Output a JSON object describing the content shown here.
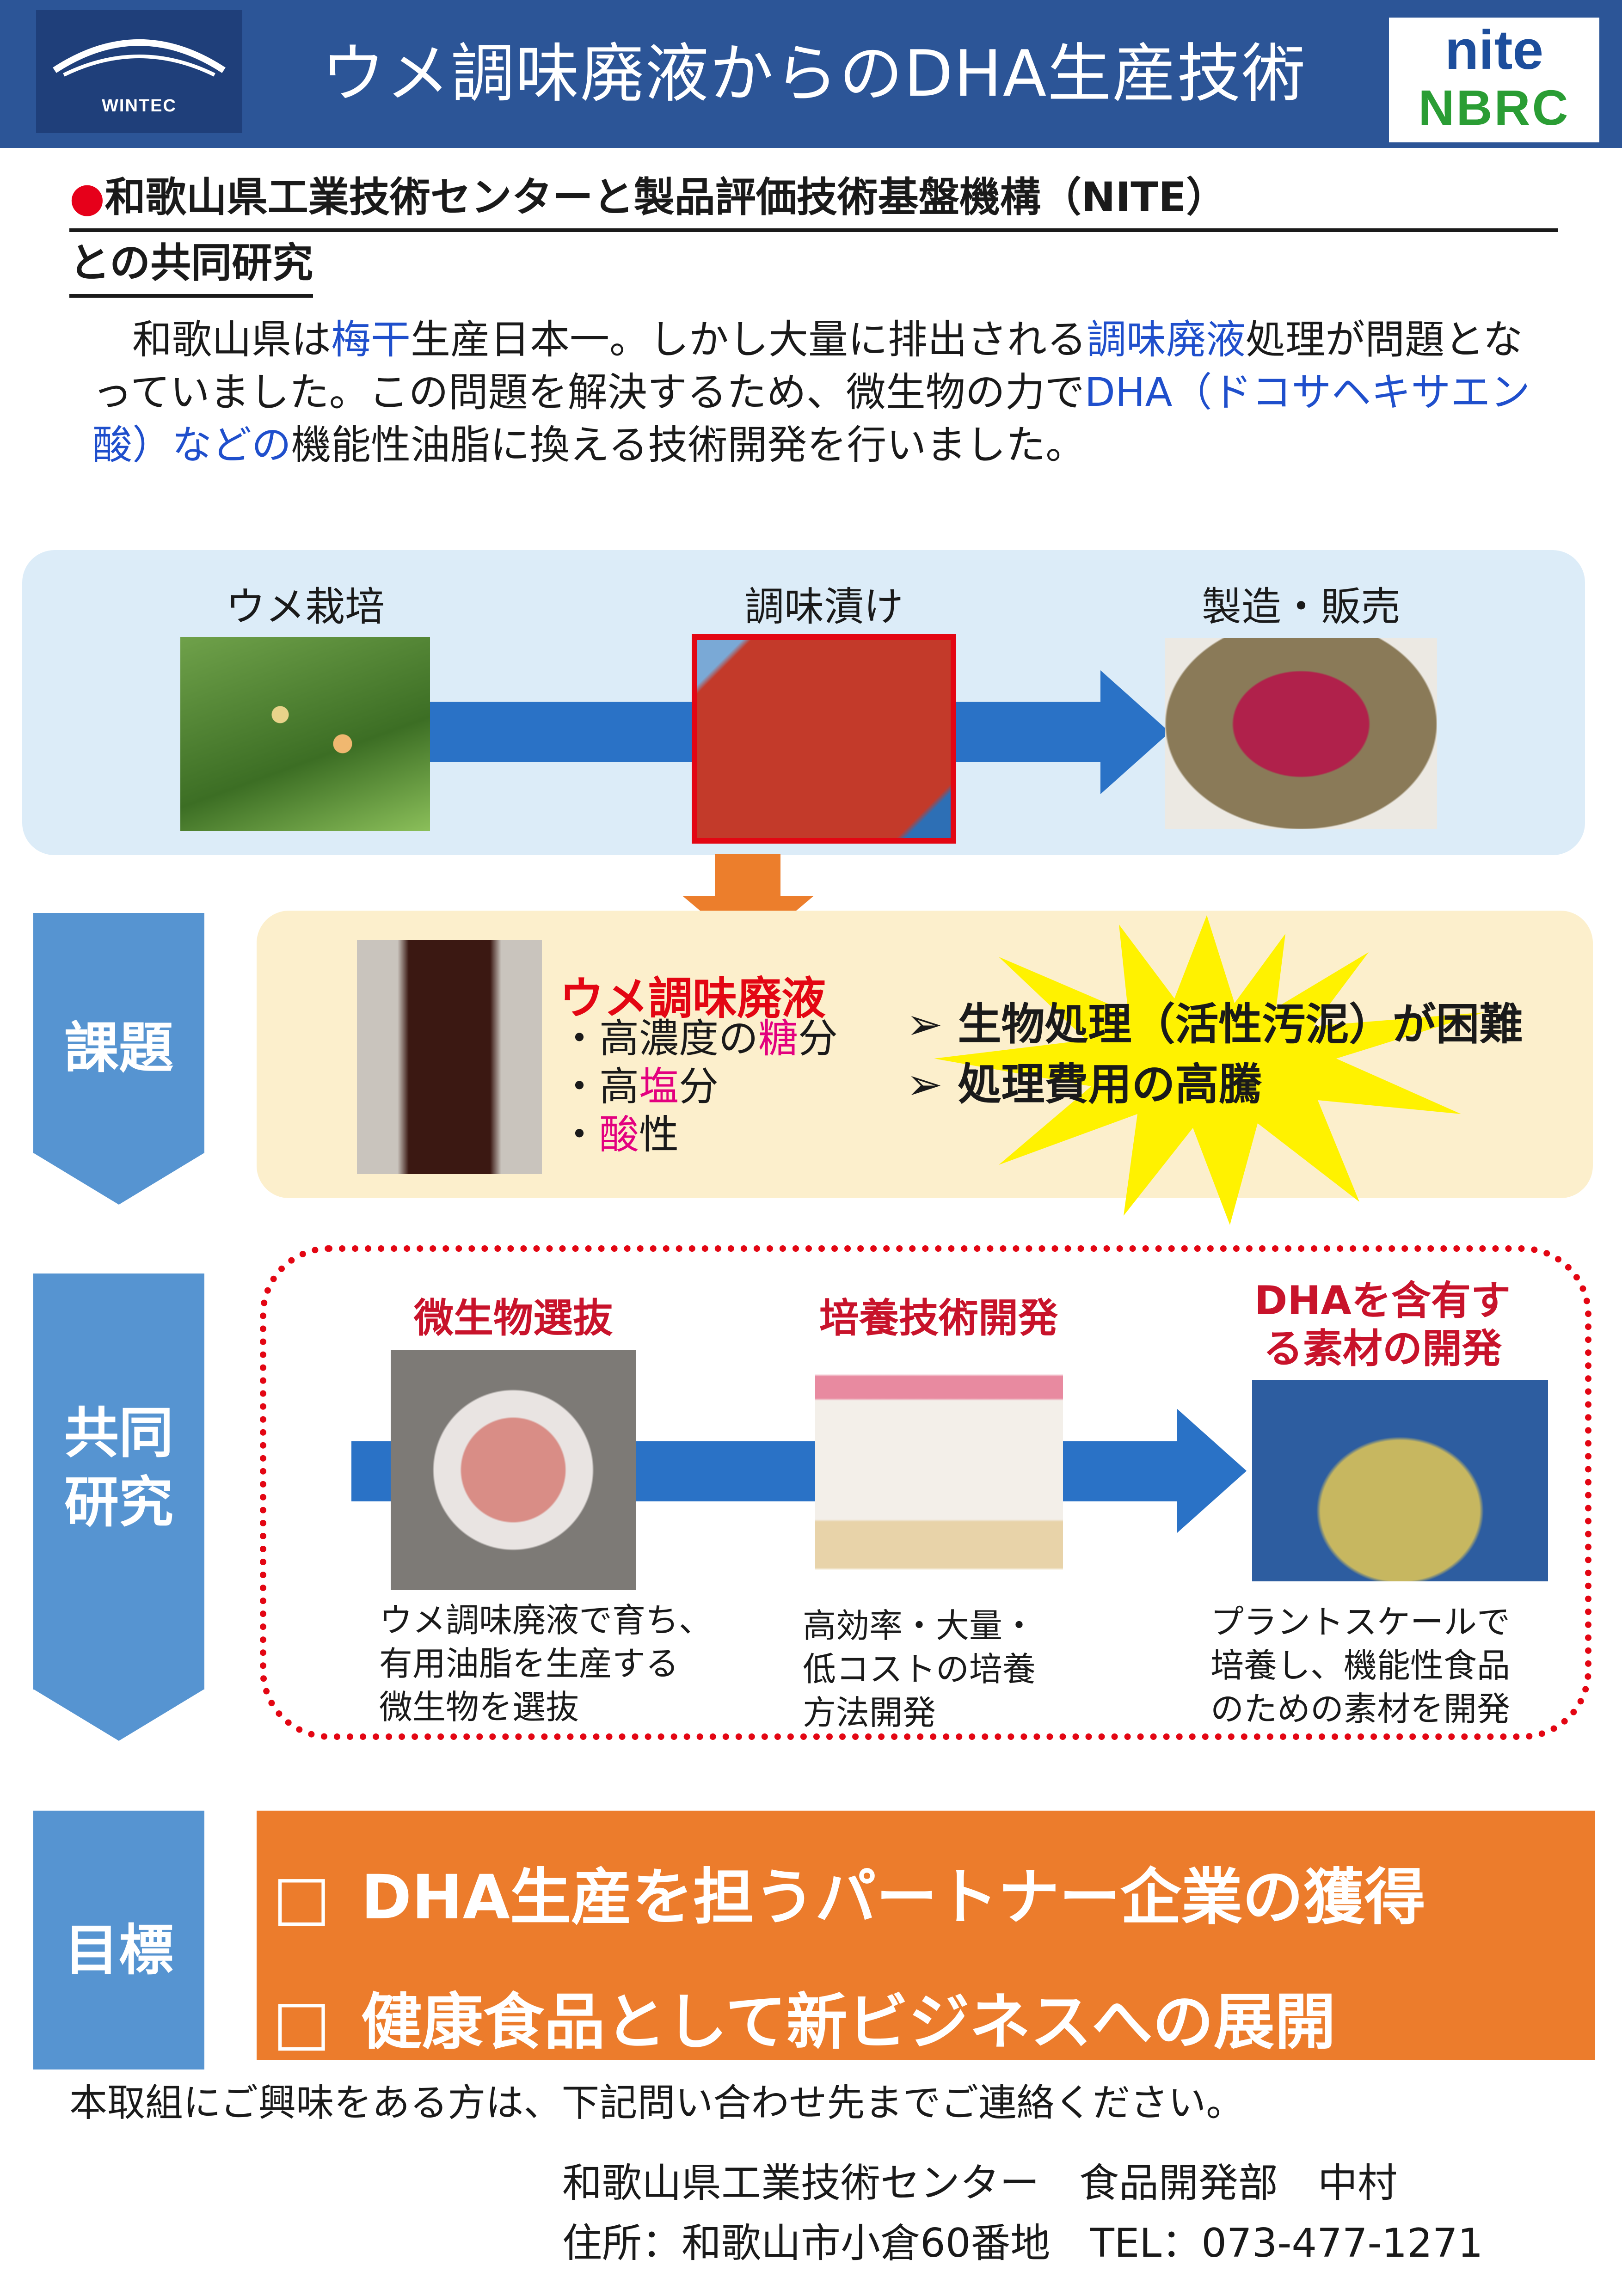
{
  "header": {
    "title": "ウメ調味廃液からのDHA生産技術",
    "left_logo_text": "WINTEC",
    "right_logo_top": "nite",
    "right_logo_bottom": "NBRC",
    "colors": {
      "bar": "#2c5597",
      "nite_blue": "#1d4e9c",
      "nbrc_green": "#2a9d34"
    }
  },
  "collab": {
    "bullet": "●",
    "line1": "和歌山県工業技術センターと製品評価技術基盤機構（NITE）",
    "line2": "との共同研究"
  },
  "intro": {
    "s1": "和歌山県は",
    "h1": "梅干",
    "s2": "生産日本一。しかし大量に排出される",
    "h2": "調味廃液",
    "s3": "処理が問題となっていました。この問題を解決するため、微生物の力で",
    "h3": "DHA（ドコサヘキサエン酸）などの",
    "s4": "機能性油脂に換える技術開発を行いました。"
  },
  "process": {
    "steps": [
      "ウメ栽培",
      "調味漬け",
      "製造・販売"
    ]
  },
  "side_labels": {
    "issue": "課題",
    "joint_1": "共同",
    "joint_2": "研究",
    "goal": "目標"
  },
  "issue": {
    "title": "ウメ調味廃液",
    "items": [
      {
        "pre": "・高濃度の",
        "mark": "糖",
        "post": "分"
      },
      {
        "pre": "・高",
        "mark": "塩",
        "post": "分"
      },
      {
        "pre": "・",
        "mark": "酸",
        "post": "性"
      }
    ],
    "problems": [
      "生物処理（活性汚泥）が困難",
      "処理費用の高騰"
    ],
    "problem_marker": "➢"
  },
  "joint": {
    "steps": [
      {
        "title": "微生物選抜",
        "desc": [
          "ウメ調味廃液で育ち、",
          "有用油脂を生産する",
          "微生物を選抜"
        ]
      },
      {
        "title": "培養技術開発",
        "desc": [
          "高効率・大量・",
          "低コストの培養",
          "方法開発"
        ]
      },
      {
        "title_1": "DHAを含有す",
        "title_2": "る素材の開発",
        "desc": [
          "プラントスケールで",
          "培養し、機能性食品",
          "のための素材を開発"
        ]
      }
    ]
  },
  "goal": {
    "marker": "□",
    "items": [
      "DHA生産を担うパートナー企業の獲得",
      "健康食品として新ビジネスへの展開"
    ]
  },
  "footer": {
    "note": "本取組にご興味をある方は、下記問い合わせ先までご連絡ください。",
    "contact_1": "和歌山県工業技術センター　食品開発部　中村",
    "contact_2": "住所：和歌山市小倉60番地　TEL：073-477-1271"
  }
}
